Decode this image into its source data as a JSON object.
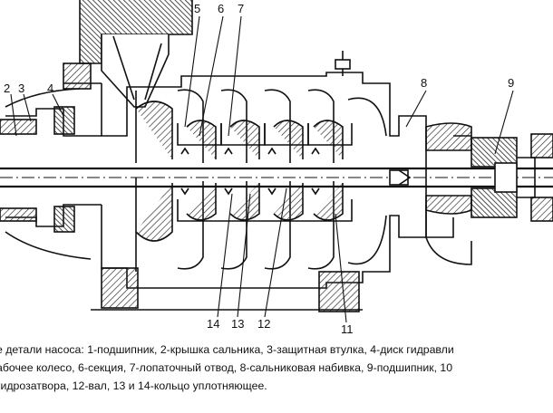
{
  "callouts": {
    "n2": "2",
    "n3": "3",
    "n4": "4",
    "n5": "5",
    "n6": "6",
    "n7": "7",
    "n8": "8",
    "n9": "9",
    "n11": "11",
    "n12": "12",
    "n13": "13",
    "n14": "14"
  },
  "caption": {
    "line1": "е детали насоса: 1-подшипник, 2-крышка сальника, 3-защитная втулка, 4-диск гидравли",
    "line2": "абочее колесо, 6-секция, 7-лопаточный отвод, 8-сальниковая набивка, 9-подшипник, 10",
    "line3": "гидрозатвора, 12-вал, 13 и 14-кольцо уплотняющее."
  },
  "colors": {
    "ink": "#111111",
    "background": "#ffffff",
    "hatch": "#333333"
  }
}
